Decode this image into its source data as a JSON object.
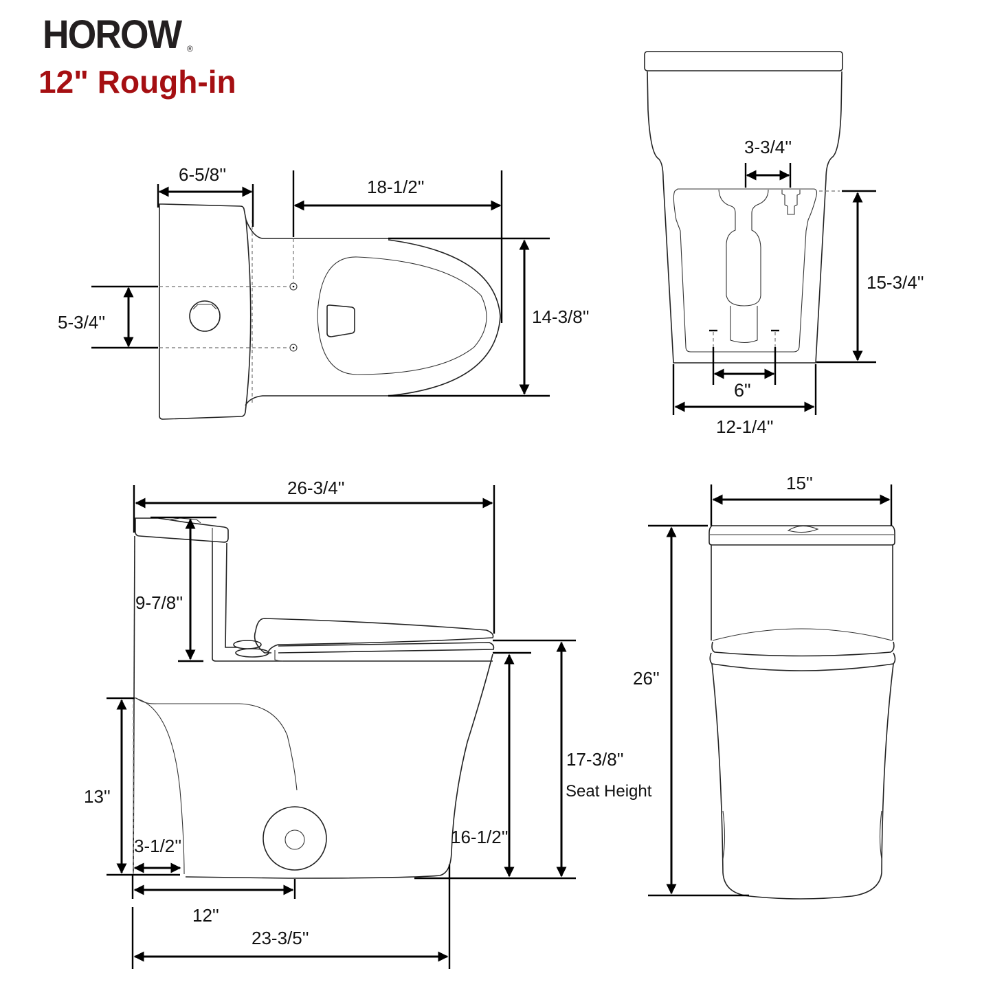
{
  "header": {
    "brand": "HOROW",
    "brand_mark": "®",
    "subtitle": "12\" Rough-in",
    "brand_color": "#231f20",
    "subtitle_color": "#a50f12"
  },
  "views": {
    "top_view": {
      "tank_depth": "6-5/8''",
      "bolt_to_front": "18-1/2''",
      "bolt_spacing": "5-3/4''",
      "bowl_width": "14-3/8''"
    },
    "back_view": {
      "supply_offset": "3-3/4''",
      "supply_height": "15-3/4''",
      "bolt_spacing": "6\"",
      "base_width": "12-1/4''"
    },
    "side_view": {
      "overall_length": "26-3/4''",
      "tank_to_seat": "9-7/8''",
      "wall_outlet_height": "13''",
      "wall_gap": "3-1/2''",
      "rough_in": "12''",
      "base_length": "23-3/5''",
      "bowl_height": "16-1/2''",
      "seat_height": "17-3/8''",
      "seat_height_label": "Seat Height"
    },
    "front_view": {
      "width": "15''",
      "total_height": "26''"
    }
  }
}
